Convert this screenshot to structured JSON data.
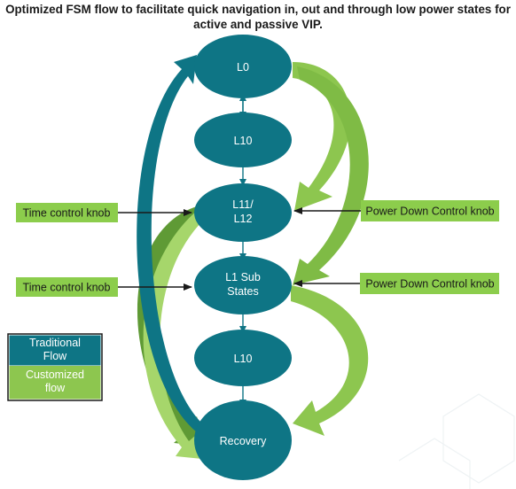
{
  "title": {
    "line1": "Optimized FSM flow to facilitate quick navigation in, out and through low power states for",
    "line2": "active and passive VIP."
  },
  "nodes": {
    "l0": "L0",
    "l10a": "L10",
    "l11_l1": "L11/",
    "l11_l2": "L12",
    "l1sub_l1": "L1 Sub",
    "l1sub_l2": "States",
    "l10b": "L10",
    "recovery": "Recovery"
  },
  "knobs": {
    "time_control_1": "Time control knob",
    "time_control_2": "Time control knob",
    "power_down_1": "Power Down Control knob",
    "power_down_2": "Power Down Control knob"
  },
  "legend": {
    "traditional_1": "Traditional",
    "traditional_2": "Flow",
    "customized_1": "Customized",
    "customized_2": "flow"
  },
  "colors": {
    "teal": "#0e7585",
    "green": "#8dc64f",
    "dark_green": "#6da13a",
    "knob_green": "#8ccd4c",
    "arrow_dark": "#1a1a1a"
  }
}
